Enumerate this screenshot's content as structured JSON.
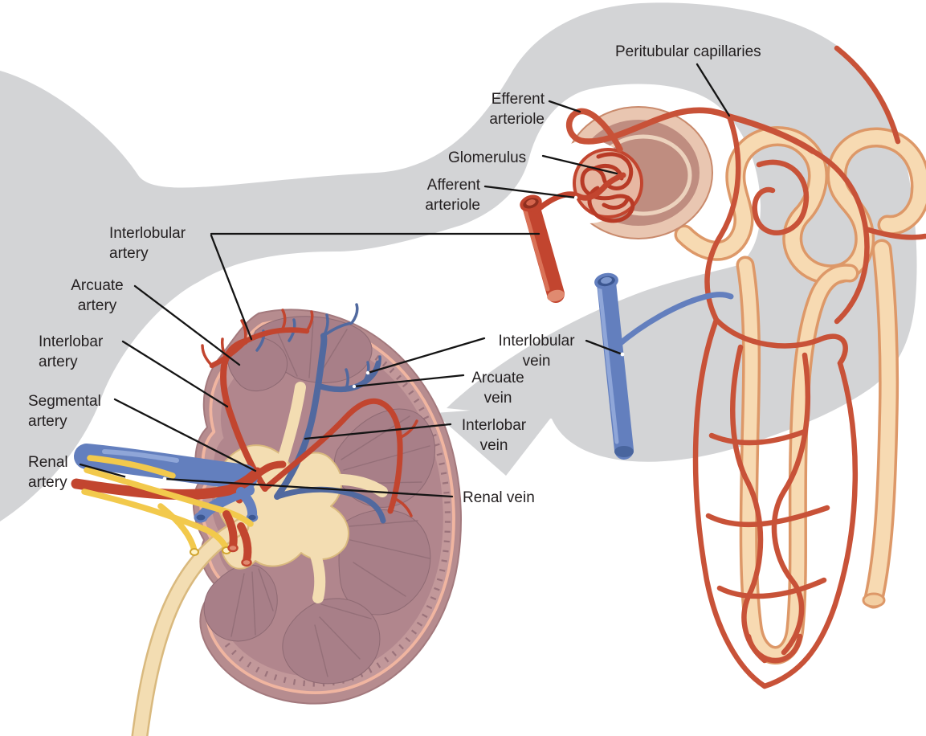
{
  "labels": {
    "peritubular_capillaries": {
      "text": "Peritubular capillaries"
    },
    "efferent_arteriole": {
      "line1": "Efferent",
      "line2": "arteriole"
    },
    "glomerulus": {
      "text": "Glomerulus"
    },
    "afferent_arteriole": {
      "line1": "Afferent",
      "line2": "arteriole"
    },
    "interlobular_artery": {
      "line1": "Interlobular",
      "line2": "artery"
    },
    "arcuate_artery": {
      "line1": "Arcuate",
      "line2": "artery"
    },
    "interlobar_artery": {
      "line1": "Interlobar",
      "line2": "artery"
    },
    "segmental_artery": {
      "line1": "Segmental",
      "line2": "artery"
    },
    "renal_artery": {
      "line1": "Renal",
      "line2": "artery"
    },
    "interlobular_vein": {
      "line1": "Interlobular",
      "line2": "vein"
    },
    "arcuate_vein": {
      "line1": "Arcuate",
      "line2": "vein"
    },
    "interlobar_vein": {
      "line1": "Interlobar",
      "line2": "vein"
    },
    "renal_vein": {
      "text": "Renal vein"
    }
  },
  "colors": {
    "text": "#231f20",
    "band": "#d3d4d6",
    "leader": "#141414",
    "artery": "#c2452f",
    "arteryhi": "#da7257",
    "capillary": "#c85238",
    "vein": "#637fbe",
    "veinhi": "#8fa6d8",
    "veindark": "#51699f",
    "nerve": "#f2c94c",
    "tubulefill": "#f7dab2",
    "tubuleedge": "#dd9868",
    "capsulerim": "#e9c6b1",
    "capsuleinner": "#bf8d80",
    "glombed": "#e7b7a2",
    "kidneycapsule": "#b68c8f",
    "kidneycortex": "#c2989a",
    "kidneyinner": "#b1868d",
    "pyramid": "#a87f88",
    "pyramidline": "#8e6a73",
    "salmonline": "#f0b5a0",
    "pelvis": "#f3ddb2",
    "pelvisedge": "#d9b97e"
  }
}
